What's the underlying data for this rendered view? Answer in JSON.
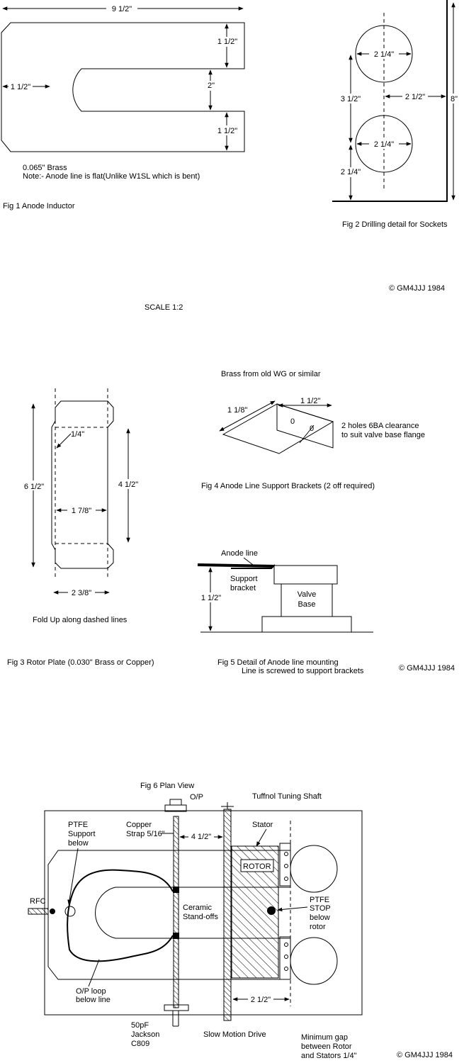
{
  "fig1": {
    "dim_length": "9 1/2\"",
    "dim_arm_top": "1 1/2\"",
    "dim_slot": "2\"",
    "dim_arm_bottom": "1 1/2\"",
    "dim_end": "1 1/2\"",
    "material": "0.065\" Brass",
    "note": "Note:-  Anode line is flat(Unlike W1SL which is bent)",
    "caption": "Fig 1    Anode Inductor"
  },
  "fig2": {
    "dim_hole_top": "2 1/4\"",
    "dim_hole_bottom": "2 1/4\"",
    "dim_spacing": "3 1/2\"",
    "dim_offset": "2 1/2\"",
    "dim_height": "8\"",
    "dim_bottom": "2 1/4\"",
    "caption": "Fig 2  Drilling detail for Sockets"
  },
  "copyright_1": "© GM4JJJ 1984",
  "scale": "SCALE 1:2",
  "fig3": {
    "dim_total": "6 1/2\"",
    "dim_fold": "1/4\"",
    "dim_inner": "4 1/2\"",
    "dim_inner_width": "1 7/8\"",
    "dim_width": "2 3/8\"",
    "fold_note": "Fold Up along dashed lines",
    "caption": "Fig 3  Rotor Plate (0.030\" Brass or Copper)"
  },
  "fig4": {
    "material": "Brass from old WG or similar",
    "dim_depth": "1 1/8\"",
    "dim_width": "1  1/2\"",
    "hole_mark_1": "0",
    "hole_mark_2": "0",
    "holes_line1": "2 holes 6BA clearance",
    "holes_line2": "to suit valve base flange",
    "caption": "Fig 4  Anode Line Support Brackets (2 off required)"
  },
  "fig5": {
    "anode_label": "Anode line",
    "support_line1": "Support",
    "support_line2": "bracket",
    "valve_line1": "Valve",
    "valve_line2": "Base",
    "dim_height": "1 1/2\"",
    "caption_line1": "Fig 5  Detail of Anode line mounting",
    "caption_line2": "Line is screwed to support brackets"
  },
  "copyright_2": "© GM4JJJ 1984",
  "fig6": {
    "caption": "Fig 6 Plan View",
    "op": "O/P",
    "tuning_shaft": "Tuffnol Tuning Shaft",
    "ptfe_support_1": "PTFE",
    "ptfe_support_2": "Support",
    "ptfe_support_3": "below",
    "copper_1": "Copper",
    "copper_2": "Strap 5/16\"",
    "stator": "Stator",
    "dim_gap": "4 1/2\"",
    "rotor": "ROTOR",
    "rfc": "RFC",
    "ceramic_1": "Ceramic",
    "ceramic_2": "Stand-offs",
    "ptfe_stop_1": "PTFE",
    "ptfe_stop_2": "STOP",
    "ptfe_stop_3": "below",
    "ptfe_stop_4": "rotor",
    "op_loop_1": "O/P loop",
    "op_loop_2": "below line",
    "dim_stator": "2 1/2\"",
    "cap_1": "50pF",
    "cap_2": "Jackson",
    "cap_3": "C809",
    "slow_motion": "Slow Motion Drive",
    "gap_1": "Minimum gap",
    "gap_2": "between Rotor",
    "gap_3": "and Stators 1/4\""
  },
  "copyright_3": "© GM4JJJ 1984"
}
